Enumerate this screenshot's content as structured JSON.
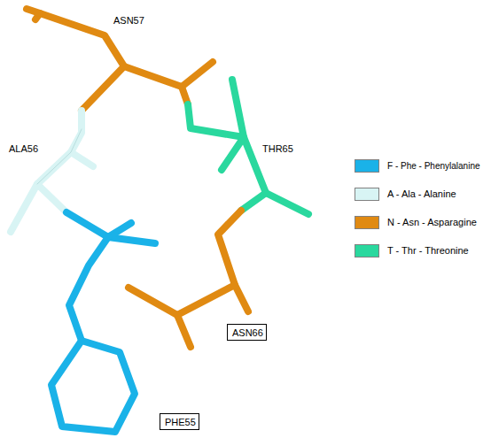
{
  "diagram": {
    "nodes": [
      {
        "text": [
          "ASN66"
        ]
      },
      {
        "text": [
          "PHE55"
        ]
      }
    ],
    "labels": [
      "ASN57",
      "ALA56",
      "THR65"
    ],
    "legend": [
      {
        "text": "F - Phe - Phenylalanine",
        "color": "#1ab2e8"
      },
      {
        "text": "A - Ala - Alanine",
        "color": "#d8f4f4"
      },
      {
        "text": "N - Asn - Asparagine",
        "color": "#e08a12"
      },
      {
        "text": "T - Thr - Threonine",
        "color": "#2ad89e"
      }
    ]
  }
}
